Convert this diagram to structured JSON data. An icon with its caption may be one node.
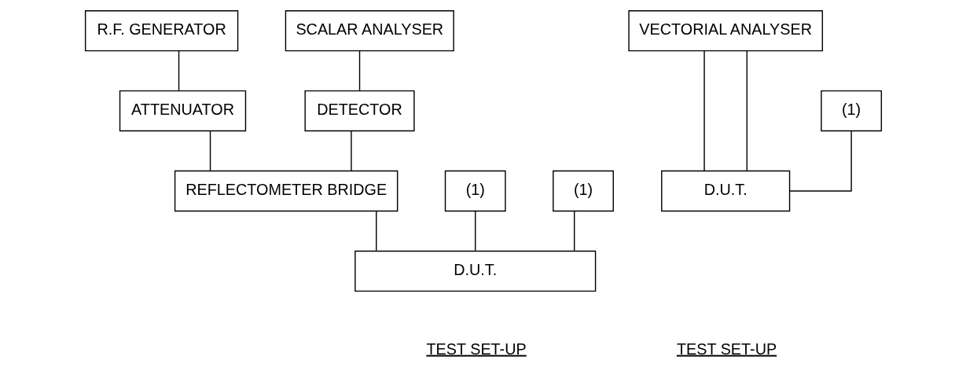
{
  "diagram": {
    "nodes": [
      {
        "text": [
          "R.F. GENERATOR"
        ]
      },
      {
        "text": [
          "ATTENUATOR"
        ]
      },
      {
        "text": [
          "SCALAR ANALYSER"
        ]
      },
      {
        "text": [
          "DETECTOR"
        ]
      },
      {
        "text": [
          "REFLECTOMETER BRIDGE"
        ]
      },
      {
        "text": [
          "(1)"
        ]
      },
      {
        "text": [
          "D.U.T."
        ]
      },
      {
        "text": [
          "(1)"
        ]
      },
      {
        "text": [
          "VECTORIAL ANALYSER"
        ]
      },
      {
        "text": [
          "D.U.T."
        ]
      },
      {
        "text": [
          "(1)"
        ]
      }
    ],
    "edges": [
      {
        "from": 0,
        "to": 1,
        "arrow": "none"
      },
      {
        "from": 1,
        "to": 4,
        "arrow": "none"
      },
      {
        "from": 2,
        "to": 3,
        "arrow": "none"
      },
      {
        "from": 3,
        "to": 4,
        "arrow": "none"
      },
      {
        "from": 4,
        "to": 6,
        "arrow": "none"
      },
      {
        "from": 5,
        "to": 6,
        "arrow": "none"
      },
      {
        "from": 7,
        "to": 6,
        "arrow": "none"
      },
      {
        "from": 8,
        "to": 9,
        "arrow": "none"
      },
      {
        "from": 8,
        "to": 9,
        "arrow": "none"
      },
      {
        "from": 9,
        "to": 10,
        "arrow": "none"
      }
    ],
    "labels": [
      "TEST SET-UP",
      "TEST SET-UP"
    ]
  }
}
